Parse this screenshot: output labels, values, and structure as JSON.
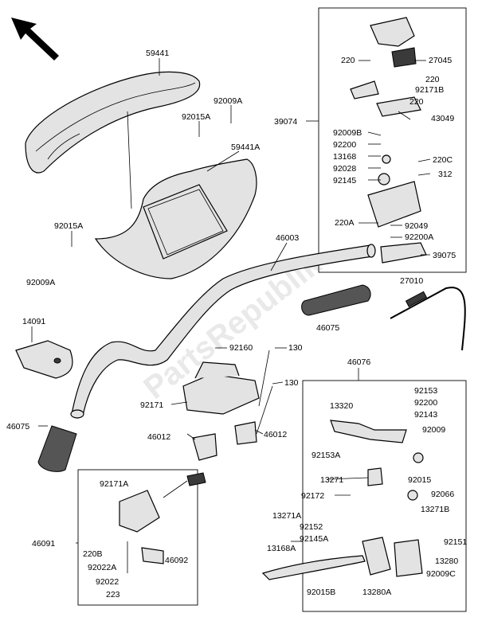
{
  "watermark": "PartsRepublik",
  "labels": {
    "p59441": "59441",
    "p92009A_1": "92009A",
    "p92015A_1": "92015A",
    "p59441A": "59441A",
    "p92015A_2": "92015A",
    "p92009A_2": "92009A",
    "p46003": "46003",
    "p39074": "39074",
    "p220_1": "220",
    "p27045": "27045",
    "p220_2": "220",
    "p92171B": "92171B",
    "p220_3": "220",
    "p43049": "43049",
    "p92009B": "92009B",
    "p92200_1": "92200",
    "p13168": "13168",
    "p92028": "92028",
    "p220C": "220C",
    "p312": "312",
    "p92145": "92145",
    "p220A": "220A",
    "p92049": "92049",
    "p92200A": "92200A",
    "p39075": "39075",
    "p27010": "27010",
    "p46075_1": "46075",
    "p14091": "14091",
    "p92160": "92160",
    "p130_1": "130",
    "p130_2": "130",
    "p92171": "92171",
    "p46012_1": "46012",
    "p46012_2": "46012",
    "p46075_2": "46075",
    "p46076": "46076",
    "p92153": "92153",
    "p92200_2": "92200",
    "p13320": "13320",
    "p92143": "92143",
    "p92009": "92009",
    "p92153A": "92153A",
    "p13271": "13271",
    "p92015": "92015",
    "p92066": "92066",
    "p92172": "92172",
    "p13271A": "13271A",
    "p13271B": "13271B",
    "p92152": "92152",
    "p92151": "92151",
    "p92145A": "92145A",
    "p13168A": "13168A",
    "p13280": "13280",
    "p92009C": "92009C",
    "p92015B": "92015B",
    "p13280A": "13280A",
    "p92171A": "92171A",
    "p46091": "46091",
    "p220B": "220B",
    "p46092": "46092",
    "p92022A": "92022A",
    "p92022": "92022",
    "p223": "223"
  }
}
